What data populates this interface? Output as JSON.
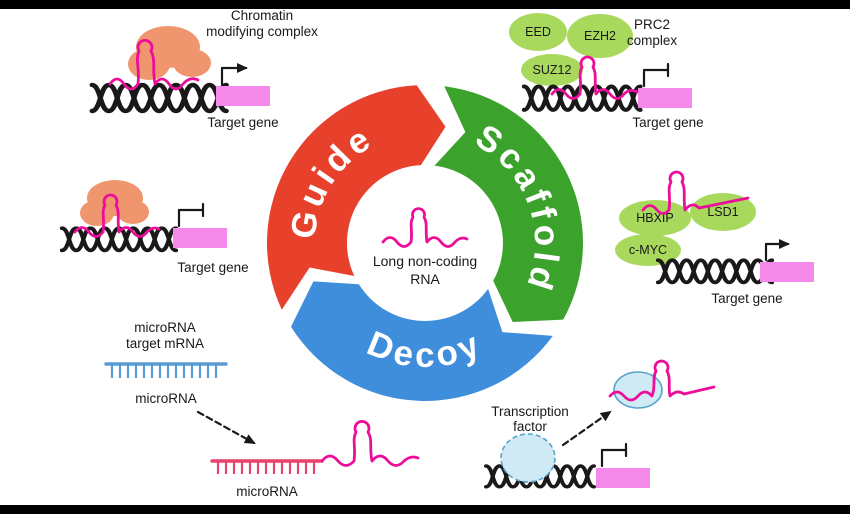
{
  "colors": {
    "guide": "#e7402b",
    "scaffold": "#3ba32c",
    "decoy": "#3f8edb",
    "rna": "#ec0d9a",
    "gene": "#f489ea",
    "orange_blob": "#f0966e",
    "green_blob": "#a9d95c",
    "blue_blob": "#cfeaf4",
    "blue_blob_outline": "#57a5c9",
    "mirna_blue": "#5b9bd5",
    "mirna_red": "#e8426f",
    "ink": "#191919"
  },
  "ring": {
    "guide": "Guide",
    "scaffold": "Scaffold",
    "decoy": "Decoy",
    "center_line1": "Long non-coding",
    "center_line2": "RNA"
  },
  "guide_top": {
    "title_line1": "Chromatin",
    "title_line2": "modifying complex",
    "caption": "Target gene"
  },
  "guide_left": {
    "caption": "Target gene"
  },
  "scaffold_top": {
    "complex_line1": "PRC2",
    "complex_line2": "complex",
    "eed": "EED",
    "ezh2": "EZH2",
    "suz12": "SUZ12",
    "caption": "Target gene"
  },
  "scaffold_right": {
    "hbxip": "HBXIP",
    "lsd1": "LSD1",
    "cmyc": "c-MYC",
    "caption": "Target gene"
  },
  "decoy_mirna": {
    "title_line1": "microRNA",
    "title_line2": "target mRNA",
    "label_top": "microRNA",
    "label_bottom": "microRNA"
  },
  "decoy_tf": {
    "title_line1": "Transcription",
    "title_line2": "factor"
  }
}
